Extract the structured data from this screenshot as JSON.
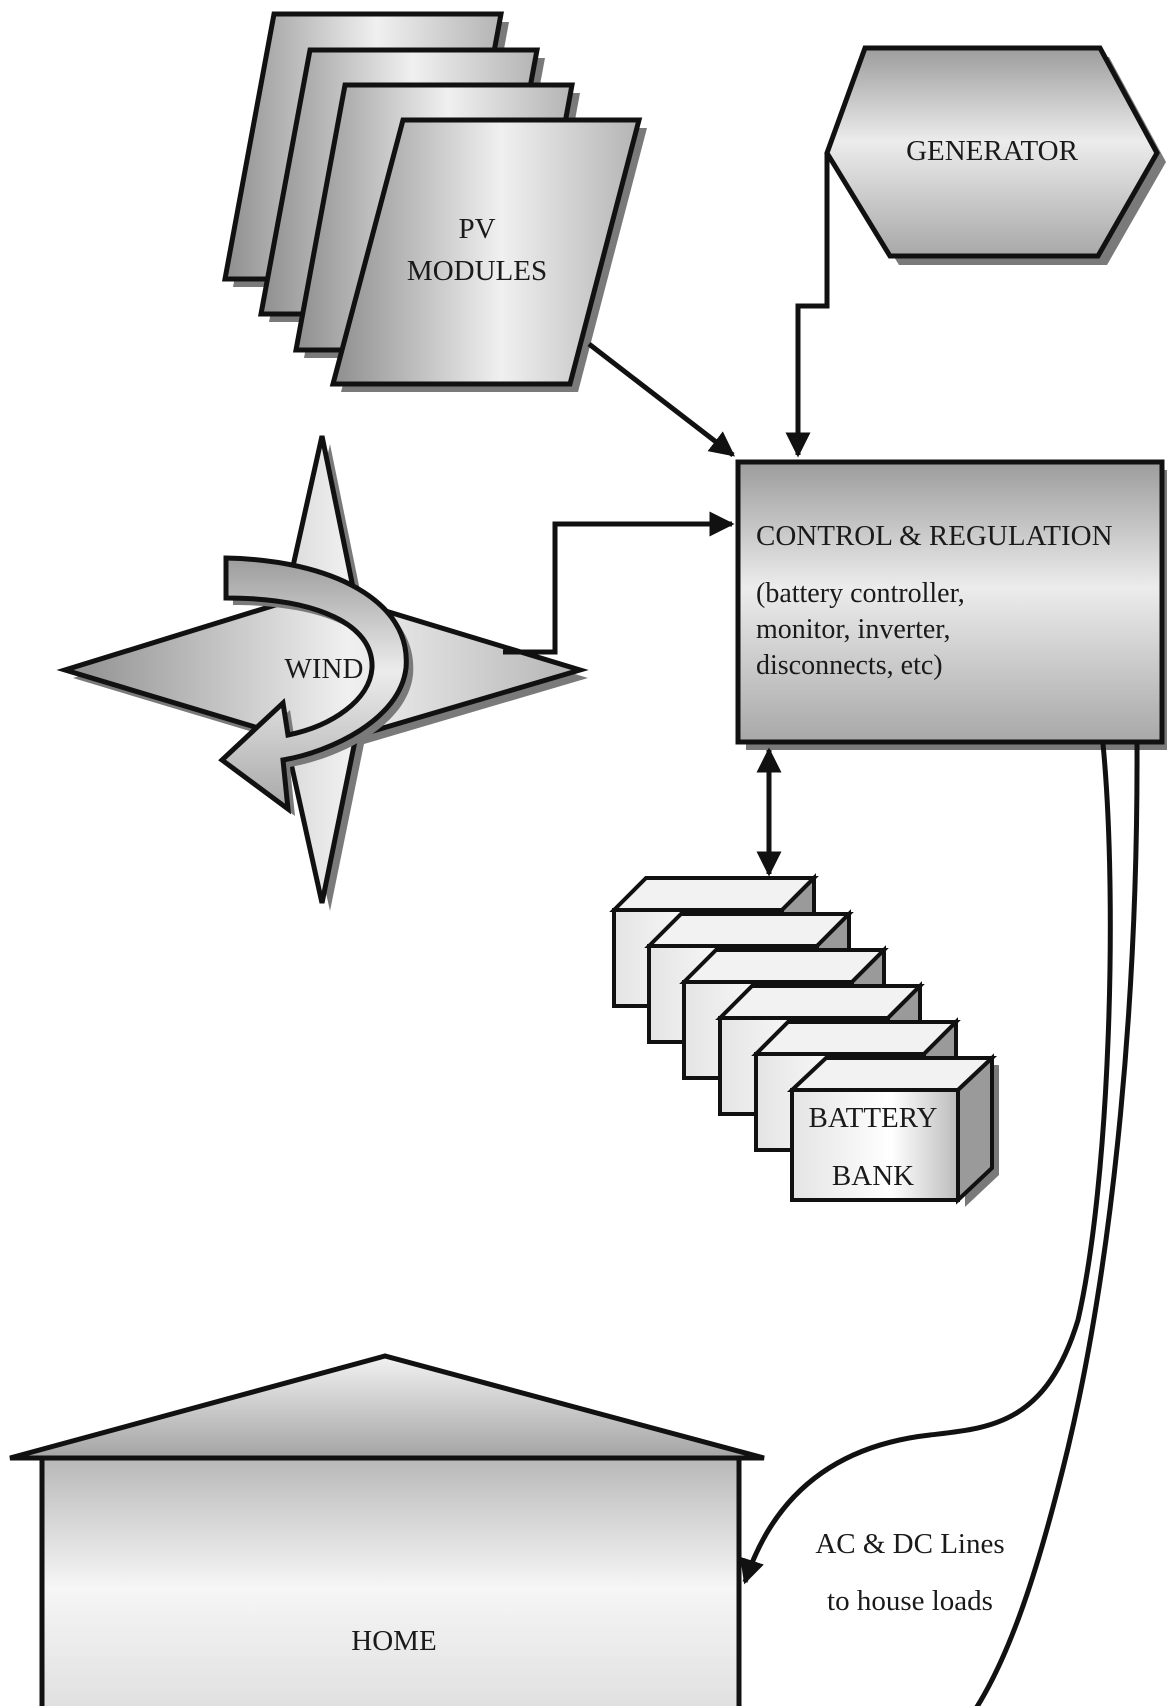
{
  "nodes": {
    "pv_modules": {
      "line1": "PV",
      "line2": "MODULES"
    },
    "generator": {
      "label": "GENERATOR"
    },
    "wind": {
      "label": "WIND"
    },
    "control": {
      "title": "CONTROL & REGULATION",
      "detail_line1": "(battery controller,",
      "detail_line2": "monitor, inverter,",
      "detail_line3": "disconnects, etc)"
    },
    "battery_bank": {
      "line1": "BATTERY",
      "line2": "BANK"
    },
    "home": {
      "label": "HOME"
    }
  },
  "annotations": {
    "lines_line1": "AC & DC Lines",
    "lines_line2": "to house loads"
  },
  "colors": {
    "stroke": "#111111",
    "fill_light": "#f4f4f4",
    "fill_dark": "#9c9c9c",
    "shadow": "#8a8a8a"
  }
}
